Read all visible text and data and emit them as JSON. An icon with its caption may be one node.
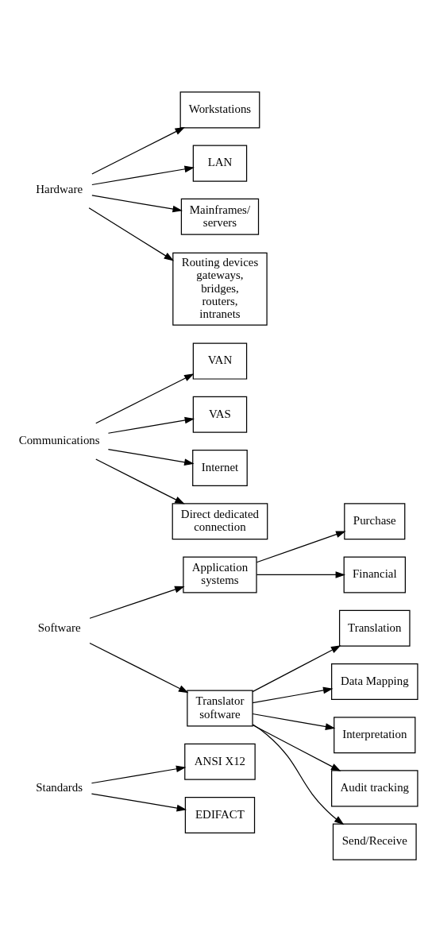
{
  "diagram": {
    "nodes": [
      {
        "text": [
          "Standards"
        ]
      },
      {
        "text": [
          "ANSI X12"
        ]
      },
      {
        "text": [
          "EDIFACT"
        ]
      },
      {
        "text": [
          "Software"
        ]
      },
      {
        "text": [
          "Application systems"
        ]
      },
      {
        "text": [
          "Purchase"
        ]
      },
      {
        "text": [
          "Financial"
        ]
      },
      {
        "text": [
          "Translator software"
        ]
      },
      {
        "text": [
          "Translation"
        ]
      },
      {
        "text": [
          "Data Mapping"
        ]
      },
      {
        "text": [
          "Interpretation"
        ]
      },
      {
        "text": [
          "Audit tracking"
        ]
      },
      {
        "text": [
          "Send/Receive"
        ]
      },
      {
        "text": [
          "Communications"
        ]
      },
      {
        "text": [
          "VAN"
        ]
      },
      {
        "text": [
          "VAS"
        ]
      },
      {
        "text": [
          "Internet"
        ]
      },
      {
        "text": [
          "Direct dedicated connection"
        ]
      },
      {
        "text": [
          "Hardware"
        ]
      },
      {
        "text": [
          "Workstations"
        ]
      },
      {
        "text": [
          "LAN"
        ]
      },
      {
        "text": [
          "Mainframes/ servers"
        ]
      },
      {
        "text": [
          "Routing devices gateways, bridges, routers, intranets"
        ]
      }
    ],
    "edges": [
      {
        "from": 0,
        "to": 1,
        "arrow": "to"
      },
      {
        "from": 0,
        "to": 2,
        "arrow": "to"
      },
      {
        "from": 3,
        "to": 4,
        "arrow": "to"
      },
      {
        "from": 4,
        "to": 5,
        "arrow": "to"
      },
      {
        "from": 4,
        "to": 6,
        "arrow": "to"
      },
      {
        "from": 3,
        "to": 7,
        "arrow": "to"
      },
      {
        "from": 7,
        "to": 8,
        "arrow": "to"
      },
      {
        "from": 7,
        "to": 9,
        "arrow": "to"
      },
      {
        "from": 7,
        "to": 10,
        "arrow": "to"
      },
      {
        "from": 7,
        "to": 11,
        "arrow": "to"
      },
      {
        "from": 7,
        "to": 12,
        "arrow": "to"
      },
      {
        "from": 13,
        "to": 14,
        "arrow": "to"
      },
      {
        "from": 13,
        "to": 15,
        "arrow": "to"
      },
      {
        "from": 13,
        "to": 16,
        "arrow": "to"
      },
      {
        "from": 13,
        "to": 17,
        "arrow": "to"
      },
      {
        "from": 18,
        "to": 19,
        "arrow": "to"
      },
      {
        "from": 18,
        "to": 20,
        "arrow": "to"
      },
      {
        "from": 18,
        "to": 21,
        "arrow": "to"
      },
      {
        "from": 18,
        "to": 22,
        "arrow": "to"
      }
    ]
  }
}
